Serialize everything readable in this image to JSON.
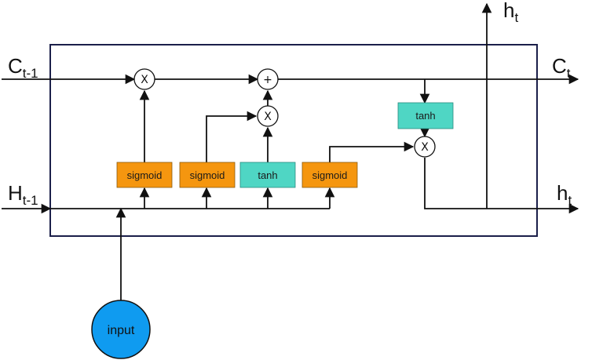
{
  "colors": {
    "sigmoid": "#f5960f",
    "tanh": "#4fd6c4",
    "input": "#0f9bf0",
    "line": "#111111",
    "frame": "#1b1f4a"
  },
  "labels": {
    "c_prev": {
      "main": "C",
      "sub": "t-1"
    },
    "c_next": {
      "main": "C",
      "sub": "t"
    },
    "h_prev": {
      "main": "H",
      "sub": "t-1"
    },
    "h_next": {
      "main": "h",
      "sub": "t"
    },
    "h_top": {
      "main": "h",
      "sub": "t"
    },
    "input": "input"
  },
  "gates": {
    "forget": "sigmoid",
    "input": "sigmoid",
    "candidate": "tanh",
    "output": "sigmoid",
    "cell_tanh": "tanh"
  },
  "ops": {
    "mult_forget": "X",
    "add_cell": "+",
    "mult_input": "X",
    "mult_output": "X"
  }
}
